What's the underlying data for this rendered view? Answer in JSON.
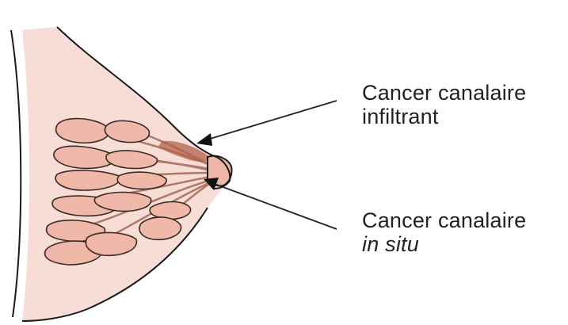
{
  "labels": {
    "infiltrant": {
      "line1": "Cancer canalaire",
      "line2": "infiltrant"
    },
    "in_situ": {
      "line1": "Cancer canalaire",
      "line2": "in situ"
    }
  },
  "colors": {
    "skin": "#f7ddd6",
    "lobule": "#f0b8a8",
    "lobule_outline": "#3a2a26",
    "duct": "#b07868",
    "tumor": "#b3624a",
    "nipple": "#eeb6a6",
    "outline": "#1a1a1a",
    "arrow": "#222222"
  }
}
